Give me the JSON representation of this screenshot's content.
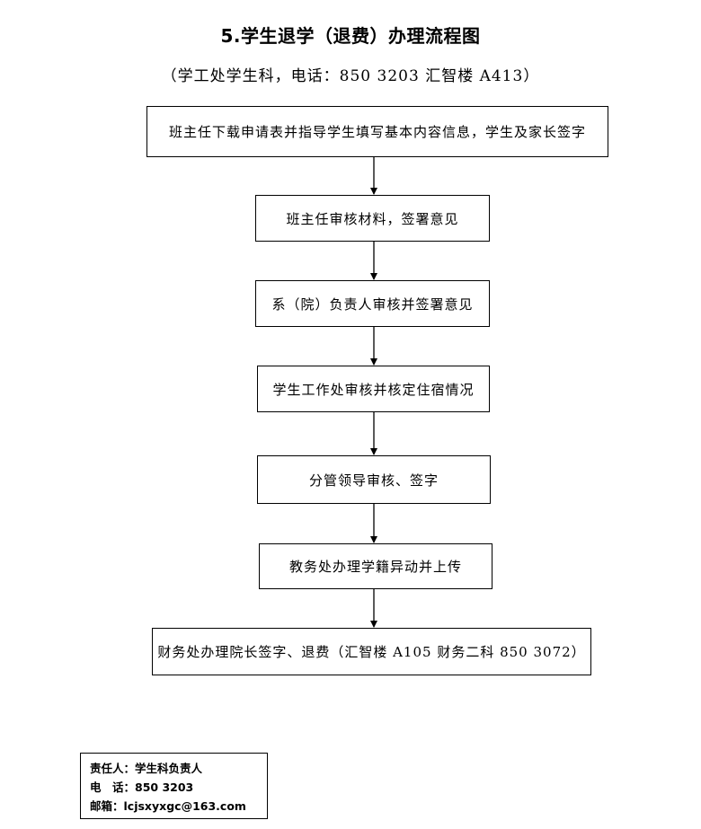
{
  "title": "5.学生退学（退费）办理流程图",
  "subtitle": "（学工处学生科，电话：850 3203 汇智楼 A413）",
  "steps": [
    "班主任下载申请表并指导学生填写基本内容信息，学生及家长签字",
    "班主任审核材料，签署意见",
    "系（院）负责人审核并签署意见",
    "学生工作处审核并核定住宿情况",
    "分管领导审核、签字",
    "教务处办理学籍异动并上传",
    "财务处办理院长签字、退费（汇智楼 A105 财务二科 850 3072）"
  ],
  "contact": {
    "person_label": "责任人：",
    "person_value": "学生科负责人",
    "phone_label": "电　话：",
    "phone_value": "850 3203",
    "email_label": "邮箱：",
    "email_value": "lcjsxyxgc@163.com"
  }
}
